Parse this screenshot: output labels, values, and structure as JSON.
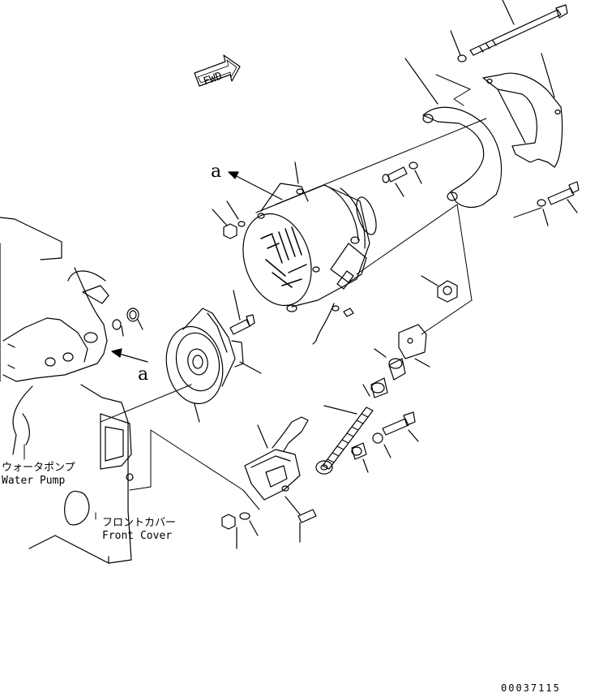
{
  "diagram": {
    "direction_label": "FWD",
    "view_marker": "a",
    "labels": {
      "water_pump_jp": "ウォータポンプ",
      "water_pump_en": "Water Pump",
      "front_cover_jp": "フロントカバー",
      "front_cover_en": "Front Cover"
    },
    "drawing_code": "00037115"
  }
}
